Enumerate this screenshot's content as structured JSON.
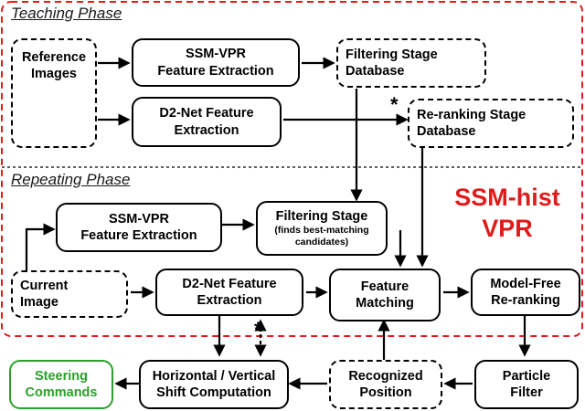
{
  "phases": {
    "teaching": "Teaching Phase",
    "repeating": "Repeating Phase"
  },
  "title": {
    "line1": "SSM-hist",
    "line2": "VPR"
  },
  "boxes": {
    "reference_images": [
      "Reference",
      "Images"
    ],
    "ssm_vpr_teach": [
      "SSM-VPR",
      "Feature Extraction"
    ],
    "filtering_db": [
      "Filtering Stage",
      "Database"
    ],
    "d2net_teach": [
      "D2-Net Feature",
      "Extraction"
    ],
    "reranking_db": [
      "Re-ranking Stage",
      "Database"
    ],
    "ssm_vpr_repeat": [
      "SSM-VPR",
      "Feature Extraction"
    ],
    "filtering_stage": {
      "title": "Filtering Stage",
      "sub": [
        "(finds best-matching",
        "candidates)"
      ]
    },
    "current_image": [
      "Current",
      "Image"
    ],
    "d2net_repeat": [
      "D2-Net Feature",
      "Extraction"
    ],
    "feature_matching": [
      "Feature",
      "Matching"
    ],
    "model_free": [
      "Model-Free",
      "Re-ranking"
    ],
    "steering": [
      "Steering",
      "Commands"
    ],
    "shift": [
      "Horizontal / Vertical",
      "Shift Computation"
    ],
    "recognized": [
      "Recognized",
      "Position"
    ],
    "particle": [
      "Particle",
      "Filter"
    ]
  },
  "markers": {
    "star": "*"
  },
  "colors": {
    "phase_border": "#e01b1b",
    "title": "#e01b1b",
    "steering": "#2aa02a",
    "database_blue": "#3c8fd6",
    "database_red": "#e02020"
  }
}
